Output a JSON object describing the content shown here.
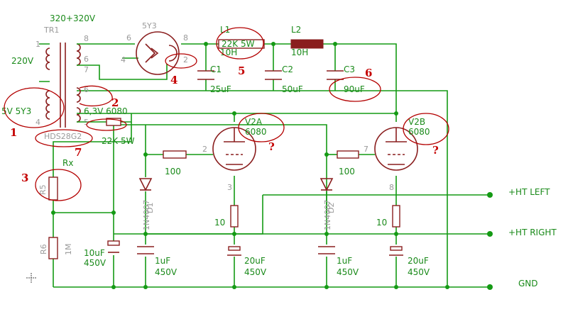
{
  "labels": {
    "tr1": "TR1",
    "tr_sec_hv": "320+320V",
    "tr_prim": "220V",
    "tr_5v": "5V 5Y3",
    "tr_6v3": "6,3V 6080",
    "tr_model": "HDS28G2",
    "rect_tube": "5Y3",
    "l1": "L1",
    "l1_val": "10H",
    "l1_overlay": "22K 5W",
    "l2": "L2",
    "l2_val": "10H",
    "c1": "C1",
    "c1_val": "25uF",
    "c2": "C2",
    "c2_val": "50uF",
    "c3": "C3",
    "c3_val": "90uF",
    "r_series": "22K 5W",
    "rx": "Rx",
    "r5": "R5",
    "r6": "R6",
    "r6_val": "1M",
    "v2a": "V2A",
    "v2a_type": "6080",
    "v2b": "V2B",
    "v2b_type": "6080",
    "r_grid_a": "100",
    "r_grid_b": "100",
    "r_cath_a": "10",
    "r_cath_b": "10",
    "d1": "D1",
    "d1_type": "1N4007",
    "d2": "D2",
    "d2_type": "1N4007",
    "c_a": "10uF",
    "c_a_v": "450V",
    "c_b": "1uF",
    "c_b_v": "450V",
    "c_c": "20uF",
    "c_c_v": "450V",
    "c_d": "1uF",
    "c_d_v": "450V",
    "c_e": "20uF",
    "c_e_v": "450V",
    "ht_left": "+HT LEFT",
    "ht_right": "+HT RIGHT",
    "gnd": "GND"
  },
  "pins": {
    "p1": "1",
    "p2": "2",
    "p3": "3",
    "p4": "4",
    "p5": "5",
    "p6": "6",
    "p7": "7",
    "p8": "8"
  },
  "annotations": {
    "n1": "1",
    "n2": "2",
    "n3": "3",
    "n4": "4",
    "n5": "5",
    "n6": "6",
    "n7": "7",
    "qa": "?",
    "qb": "?"
  },
  "colors": {
    "wire": "#149a14",
    "component": "#8a1e1e",
    "annotation": "#c40000",
    "label": "#1a8a1a"
  }
}
